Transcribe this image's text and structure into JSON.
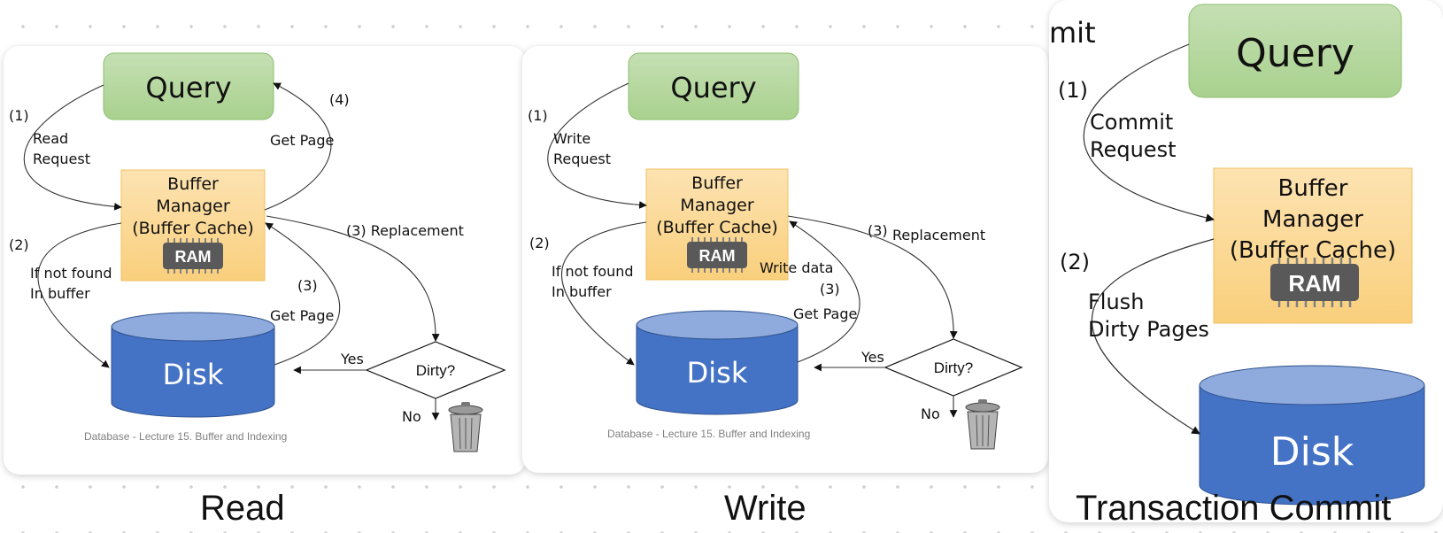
{
  "read": {
    "query": "Query",
    "buffer": [
      "Buffer",
      "Manager",
      "(Buffer Cache)"
    ],
    "ram": "RAM",
    "disk": "Disk",
    "dirty": "Dirty?",
    "step1": "(1)",
    "step1_label": [
      "Read",
      "Request"
    ],
    "step2": "(2)",
    "step2_label": [
      "If not found",
      "In buffer"
    ],
    "step3": "(3)",
    "step3_label": "Get Page",
    "step3_replacement": "(3) Replacement",
    "step4": "(4)",
    "step4_label": "Get Page",
    "yes": "Yes",
    "no": "No",
    "footer": "Database - Lecture 15. Buffer and Indexing",
    "caption": "Read"
  },
  "write": {
    "query": "Query",
    "buffer": [
      "Buffer",
      "Manager",
      "(Buffer Cache)"
    ],
    "ram": "RAM",
    "disk": "Disk",
    "dirty": "Dirty?",
    "step1": "(1)",
    "step1_label": [
      "Write",
      "Request"
    ],
    "step2": "(2)",
    "step2_label": [
      "If not found",
      "In buffer"
    ],
    "step3": "(3)",
    "step3_replacement_num": "(3)",
    "step3_replacement": "Replacement",
    "write_data": "Write data",
    "get_page": "Get Page",
    "yes": "Yes",
    "no": "No",
    "footer": "Database - Lecture 15. Buffer and Indexing",
    "caption": "Write"
  },
  "commit": {
    "title_fragment": "mit",
    "query": "Query",
    "buffer": [
      "Buffer",
      "Manager",
      "(Buffer Cache)"
    ],
    "ram": "RAM",
    "disk": "Disk",
    "step1": "(1)",
    "step1_label": [
      "Commit",
      "Request"
    ],
    "step2": "(2)",
    "step2_label": [
      "Flush",
      "Dirty Pages"
    ],
    "caption": "Transaction Commit"
  },
  "colors": {
    "query_fill": "#a9d18e",
    "buffer_fill": "#fbd38a",
    "disk_fill": "#4472c4",
    "disk_top": "#8faadc",
    "ram_chip": "#595959"
  }
}
